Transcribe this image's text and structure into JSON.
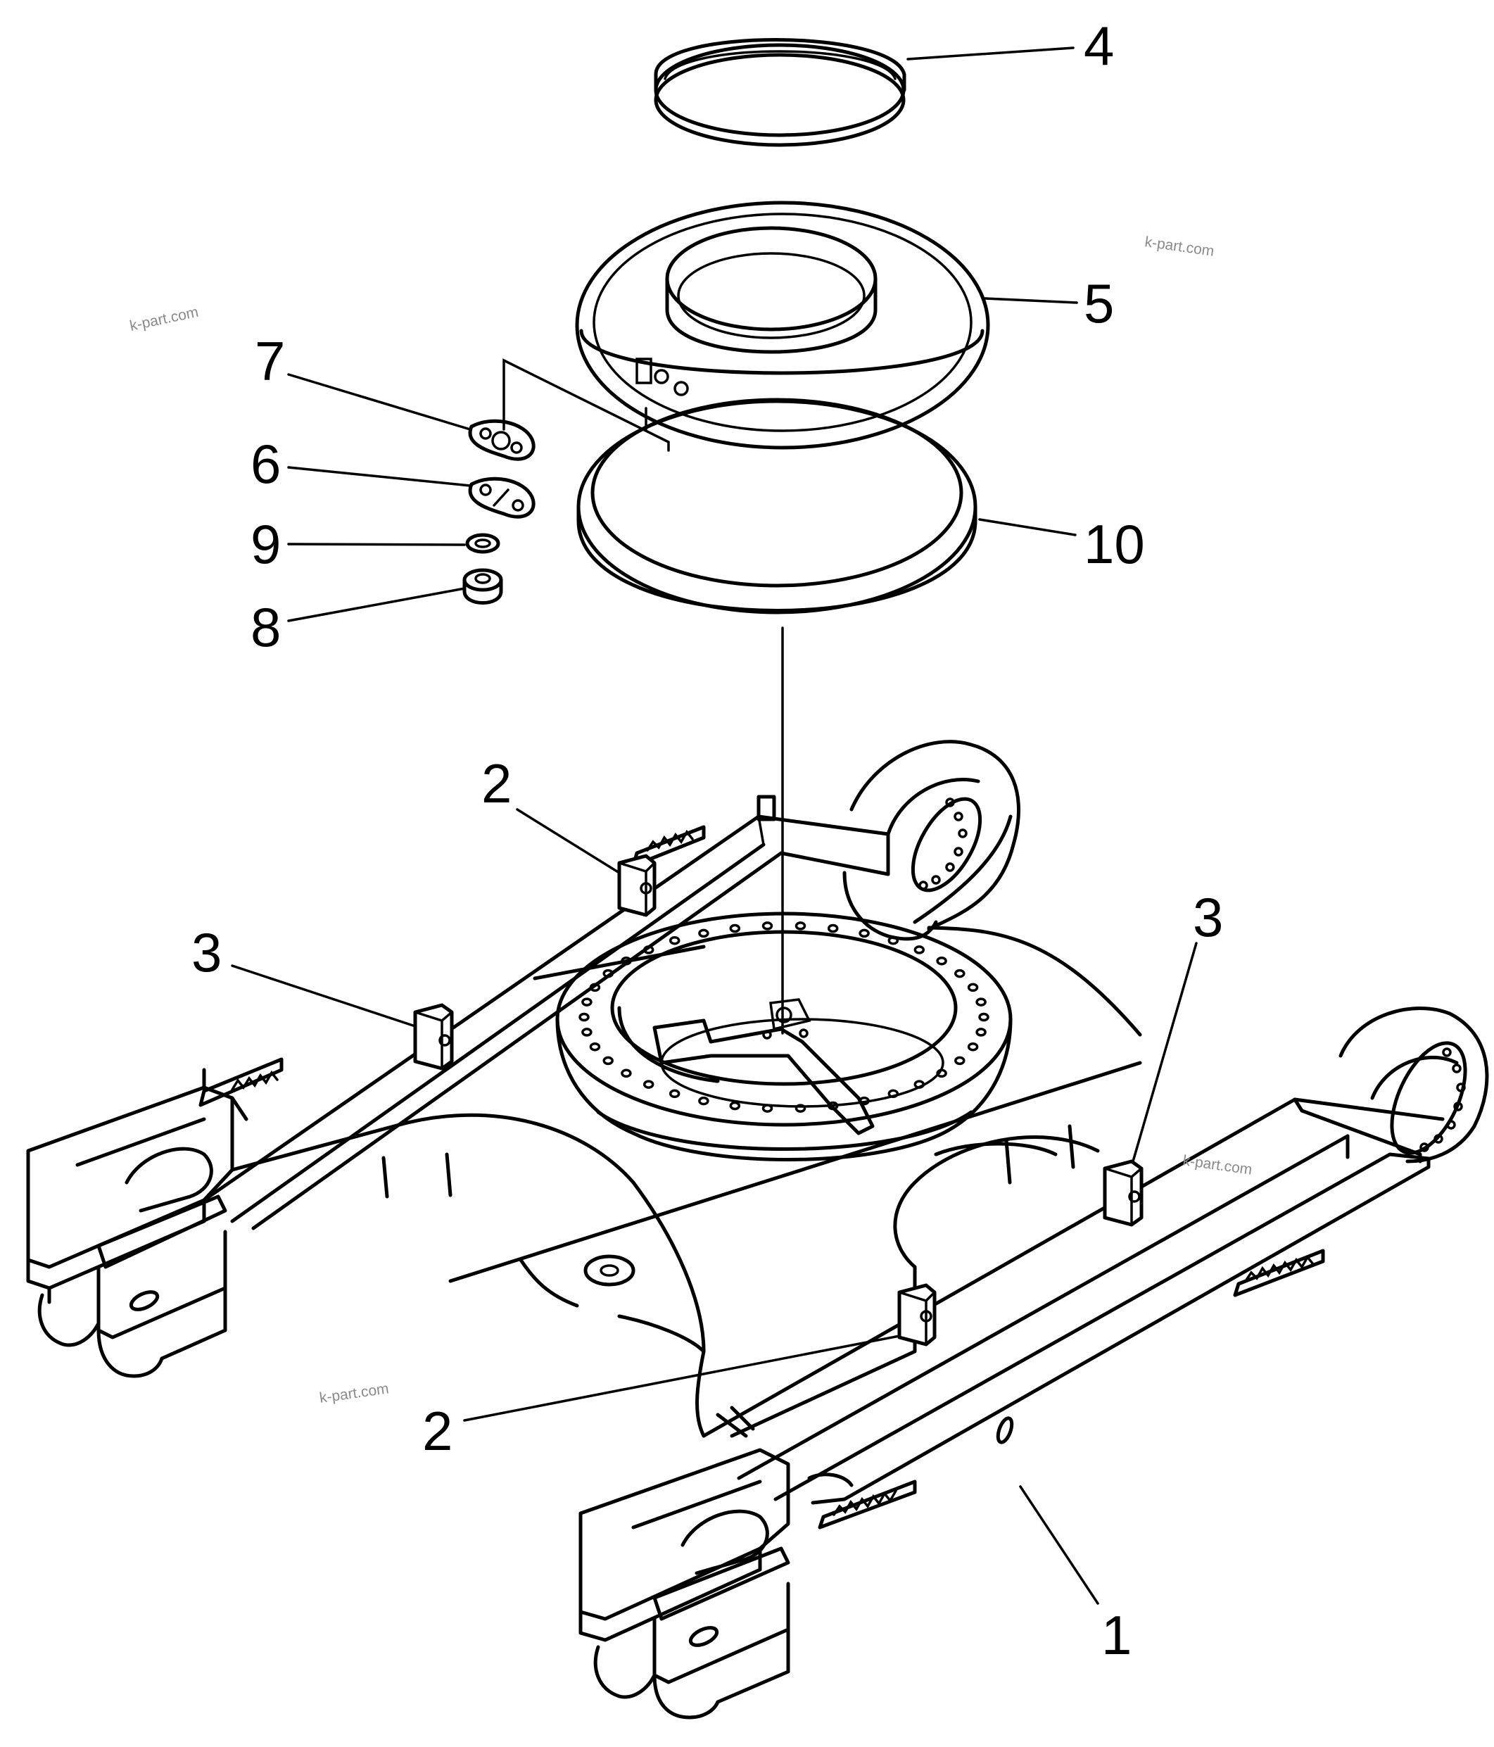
{
  "callouts": {
    "p1": "1",
    "p2a": "2",
    "p2b": "2",
    "p3a": "3",
    "p3b": "3",
    "p4": "4",
    "p5": "5",
    "p6": "6",
    "p7": "7",
    "p8": "8",
    "p9": "9",
    "p10": "10"
  },
  "watermarks": {
    "w1": "k-part.com",
    "w2": "k-part.com",
    "w3": "k-part.com",
    "w4": "k-part.com"
  }
}
